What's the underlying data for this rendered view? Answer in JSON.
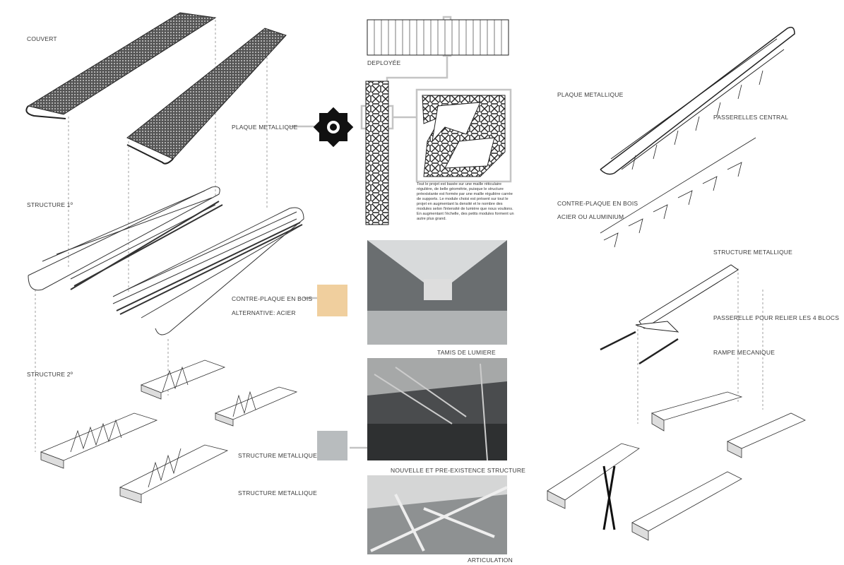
{
  "left_labels": {
    "couvert": "COUVERT",
    "structure1": "STRUCTURE 1º",
    "structure2": "STRUCTURE 2º"
  },
  "center_labels": {
    "plaque": "PLAQUE METALLIQUE",
    "deployee": "DEPLOYÉE",
    "contre_plaque": "CONTRE-PLAQUE EN BOIS",
    "alternative": "ALTERNATIVE: ACIER",
    "structure_metallique_1": "STRUCTURE METALLIQUE",
    "structure_metallique_2": "STRUCTURE METALLIQUE",
    "paragraph": "Tout le projet est basée sur une maille réticulaire régulière, de belle géométrie, puisque le structure préexistante est formée par une maille régulière carrée de supports. Le module choisi est présent sur tout le projet en augmentant la densité et le nombre des modules selon l'intensité de lumière que nous voulions. En augmentant l'échelle, des petits modules forment un autre plus grand."
  },
  "captions": {
    "render1": "TAMIS DE LUMIERE",
    "render2": "NOUVELLE ET PRE-EXISTENCE STRUCTURE",
    "render3": "ARTICULATION"
  },
  "right_labels": {
    "plaque": "PLAQUE METALLIQUE",
    "passerelles": "PASSERELLES CENTRAL",
    "contre_plaque": "CONTRE-PLAQUE EN BOIS",
    "acier": "ACIER OU ALUMINIUM",
    "structure": "STRUCTURE METALLIQUE",
    "passerelle_relier": "PASSERELLE POUR RELIER LES 4 BLOCS",
    "rampe": "RAMPE MECANIQUE"
  },
  "colors": {
    "wood": "#f0cf9e",
    "steel": "#b8bcbe",
    "leader": "#c4c4c4"
  }
}
